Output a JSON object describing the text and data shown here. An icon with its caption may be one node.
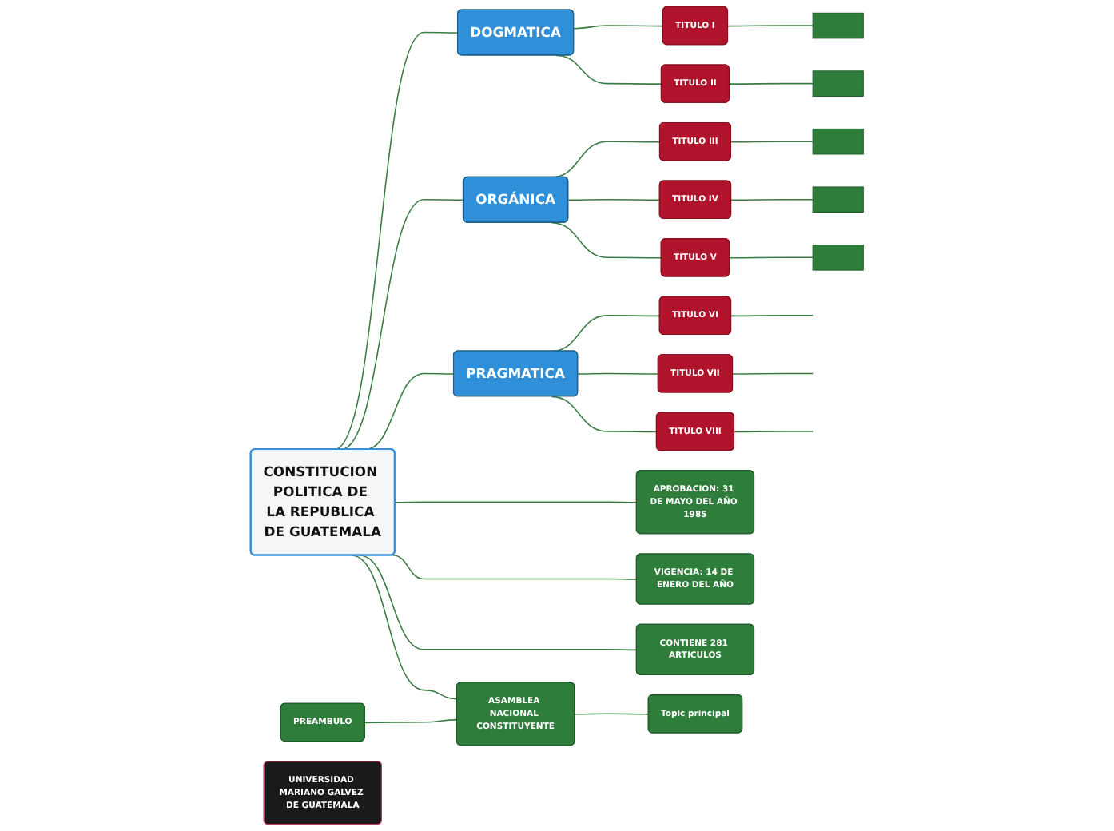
{
  "diagram": {
    "nodes": [
      {
        "text": [
          "CONSTITUCION POLITICA DE LA REPUBLICA DE GUATEMALA"
        ]
      },
      {
        "text": [
          "PREAMBULO"
        ]
      },
      {
        "text": [
          "DOGMATICA"
        ]
      },
      {
        "text": [
          "TITULO I"
        ]
      },
      {
        "text": [
          "TITULO II"
        ]
      },
      {
        "text": [
          "ORGÁNICA"
        ]
      },
      {
        "text": [
          "TITULO III"
        ]
      },
      {
        "text": [
          "TITULO IV"
        ]
      },
      {
        "text": [
          "TITULO V"
        ]
      },
      {
        "text": [
          "PRAGMATICA"
        ]
      },
      {
        "text": [
          "TITULO VI"
        ]
      },
      {
        "text": [
          "TITULO VII"
        ]
      },
      {
        "text": [
          "TITULO VIII"
        ]
      },
      {
        "text": [
          "APROBACION: 31 DE MAYO DEL AÑO 1985"
        ]
      },
      {
        "text": [
          "VIGENCIA: 14 DE ENERO DEL AÑO"
        ]
      },
      {
        "text": [
          "CONTIENE 281 ARTICULOS"
        ]
      },
      {
        "text": [
          "ASAMBLEA NACIONAL CONSTITUYENTE"
        ]
      },
      {
        "text": [
          "Topic principal"
        ]
      },
      {
        "text": [
          "UNIVERSIDAD MARIANO GALVEZ DE GUATEMALA"
        ]
      },
      {
        "text": [],
        "shape": "box"
      },
      {
        "text": [],
        "shape": "box"
      },
      {
        "text": [],
        "shape": "box"
      },
      {
        "text": [],
        "shape": "box"
      },
      {
        "text": [],
        "shape": "box"
      }
    ],
    "edges": [
      {
        "from": 1,
        "to": 16,
        "arrow": "none"
      },
      {
        "from": 0,
        "to": 2,
        "arrow": "none"
      },
      {
        "from": 2,
        "to": 3,
        "arrow": "none"
      },
      {
        "from": 2,
        "to": 4,
        "arrow": "none"
      },
      {
        "from": 3,
        "to": 19,
        "arrow": "none"
      },
      {
        "from": 4,
        "to": 20,
        "arrow": "none"
      },
      {
        "from": 0,
        "to": 5,
        "arrow": "none"
      },
      {
        "from": 5,
        "to": 6,
        "arrow": "none"
      },
      {
        "from": 5,
        "to": 7,
        "arrow": "none"
      },
      {
        "from": 5,
        "to": 8,
        "arrow": "none"
      },
      {
        "from": 6,
        "to": 21,
        "arrow": "none"
      },
      {
        "from": 7,
        "to": 22,
        "arrow": "none"
      },
      {
        "from": 8,
        "to": 23,
        "arrow": "none"
      },
      {
        "from": 0,
        "to": 9,
        "arrow": "none"
      },
      {
        "from": 9,
        "to": 10,
        "arrow": "none"
      },
      {
        "from": 9,
        "to": 11,
        "arrow": "none"
      },
      {
        "from": 9,
        "to": 12,
        "arrow": "none"
      },
      {
        "from": 10,
        "to": null,
        "arrow": "none"
      },
      {
        "from": 11,
        "to": null,
        "arrow": "none"
      },
      {
        "from": 12,
        "to": null,
        "arrow": "none"
      },
      {
        "from": 0,
        "to": 13,
        "arrow": "none"
      },
      {
        "from": 0,
        "to": 14,
        "arrow": "none"
      },
      {
        "from": 0,
        "to": 15,
        "arrow": "none"
      },
      {
        "from": 0,
        "to": 16,
        "arrow": "none"
      },
      {
        "from": 16,
        "to": 17,
        "arrow": "none"
      }
    ]
  }
}
